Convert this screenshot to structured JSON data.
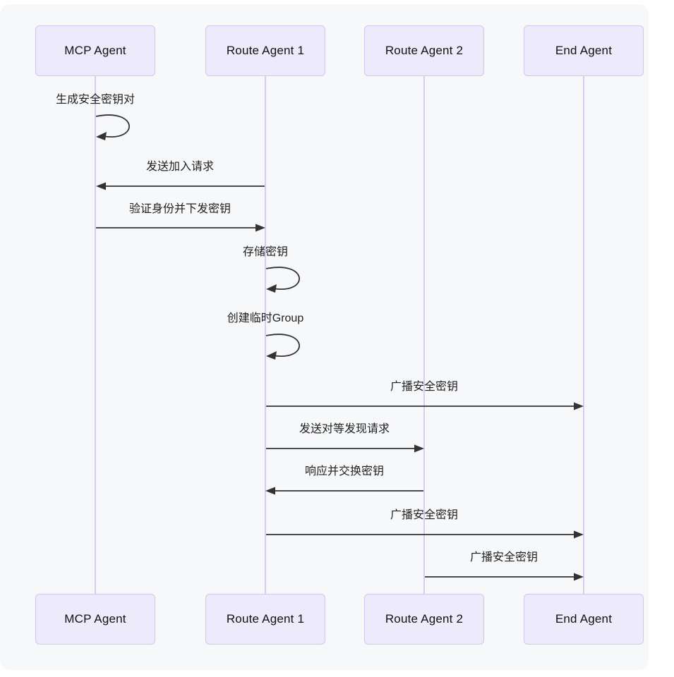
{
  "diagram": {
    "type": "sequence-diagram",
    "actors": [
      {
        "name": "MCP Agent"
      },
      {
        "name": "Route Agent 1"
      },
      {
        "name": "Route Agent 2"
      },
      {
        "name": "End Agent"
      }
    ],
    "messages": [
      {
        "from": "MCP Agent",
        "to": "MCP Agent",
        "kind": "self",
        "label": "生成安全密钥对"
      },
      {
        "from": "Route Agent 1",
        "to": "MCP Agent",
        "kind": "solid",
        "label": "发送加入请求"
      },
      {
        "from": "MCP Agent",
        "to": "Route Agent 1",
        "kind": "solid",
        "label": "验证身份并下发密钥"
      },
      {
        "from": "Route Agent 1",
        "to": "Route Agent 1",
        "kind": "self",
        "label": "存储密钥"
      },
      {
        "from": "Route Agent 1",
        "to": "Route Agent 1",
        "kind": "self",
        "label": "创建临时Group"
      },
      {
        "from": "Route Agent 1",
        "to": "End Agent",
        "kind": "solid",
        "label": "广播安全密钥"
      },
      {
        "from": "Route Agent 1",
        "to": "Route Agent 2",
        "kind": "solid",
        "label": "发送对等发现请求"
      },
      {
        "from": "Route Agent 2",
        "to": "Route Agent 1",
        "kind": "solid",
        "label": "响应并交换密钥"
      },
      {
        "from": "Route Agent 1",
        "to": "End Agent",
        "kind": "solid",
        "label": "广播安全密钥"
      },
      {
        "from": "Route Agent 2",
        "to": "End Agent",
        "kind": "solid",
        "label": "广播安全密钥"
      }
    ],
    "colors": {
      "canvas": "#f7f8fa",
      "actor_fill": "#eceafb",
      "actor_border": "#cfc8ee",
      "lifeline": "#d5cef1",
      "arrow": "#333333",
      "text": "#1f1f1f"
    }
  }
}
